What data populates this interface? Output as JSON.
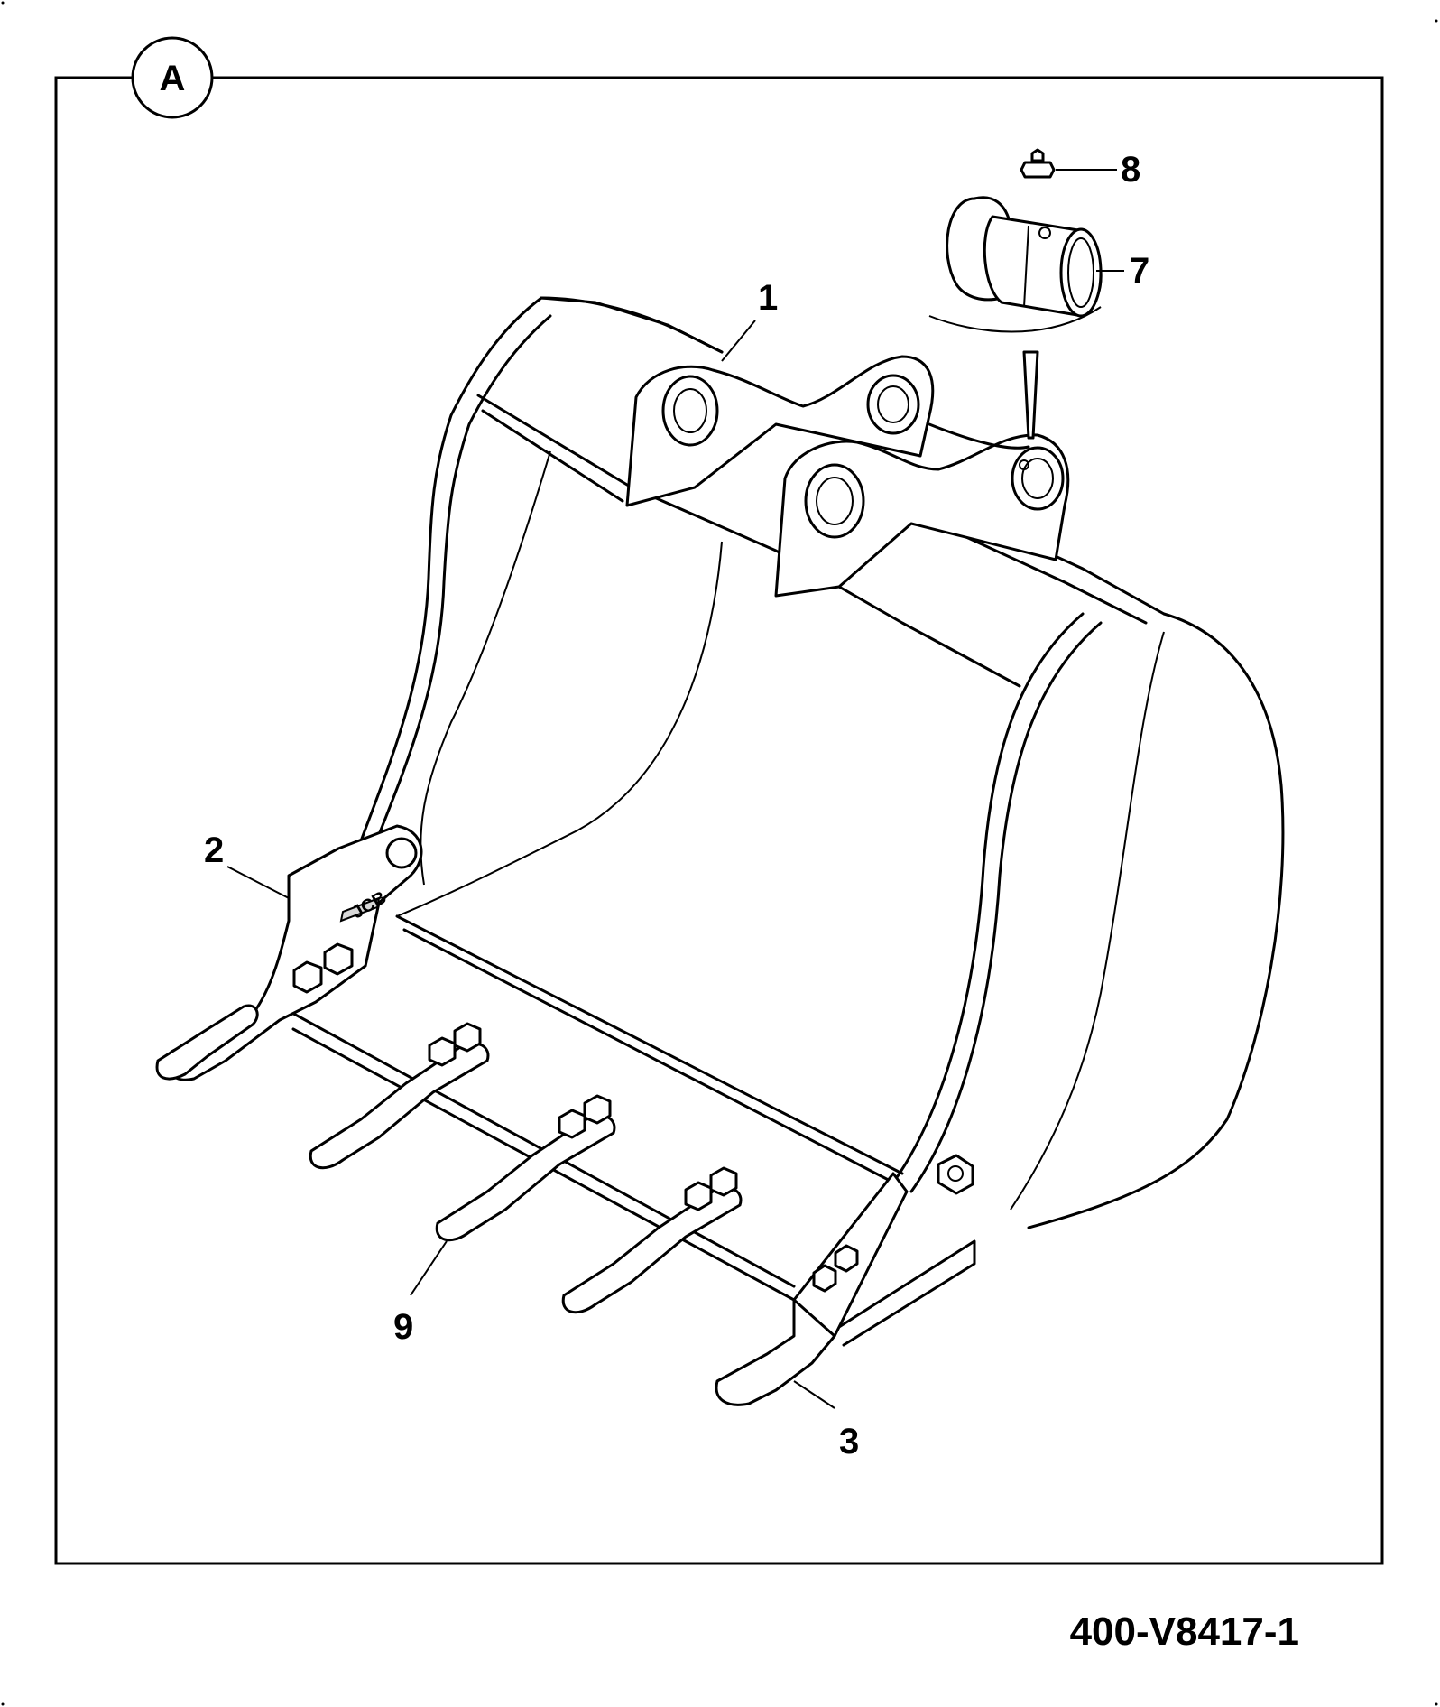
{
  "view_label": "A",
  "drawing_ref": "400-V8417-1",
  "brand_mark": "JCB",
  "callouts": [
    {
      "id": "1",
      "part": "bucket-body"
    },
    {
      "id": "2",
      "part": "side-cutter-left"
    },
    {
      "id": "3",
      "part": "side-cutter-right"
    },
    {
      "id": "7",
      "part": "bush"
    },
    {
      "id": "8",
      "part": "grease-nipple"
    },
    {
      "id": "9",
      "part": "tooth"
    }
  ]
}
